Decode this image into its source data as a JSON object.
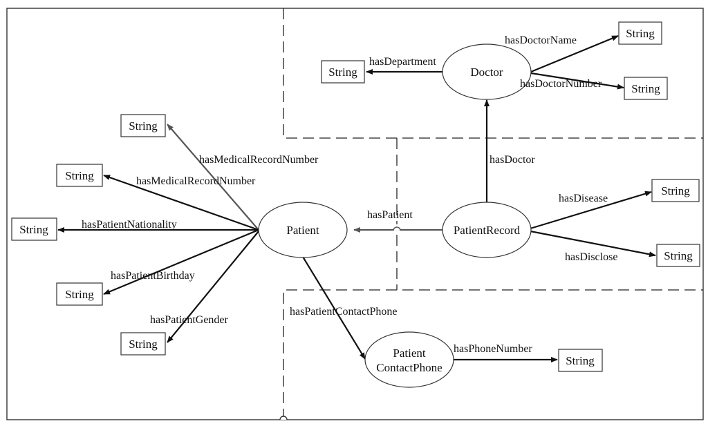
{
  "nodes": {
    "doctor": "Doctor",
    "patient": "Patient",
    "patient_record": "PatientRecord",
    "contact_phone": [
      "Patient",
      "ContactPhone"
    ]
  },
  "literal": "String",
  "edges": {
    "has_doctor_name": "hasDoctorName",
    "has_department": "hasDepartment",
    "has_doctor_number": "hasDoctorNumber",
    "has_doctor": "hasDoctor",
    "has_medical_record_number_1": "hasMedicalRecordNumber",
    "has_medical_record_number_2": "hasMedicalRecordNumber",
    "has_patient_nationality": "hasPatientNationality",
    "has_patient_birthday": "hasPatientBirthday",
    "has_patient_gender": "hasPatientGender",
    "has_patient": "hasPatient",
    "has_disease": "hasDisease",
    "has_disclose": "hasDisclose",
    "has_patient_contact_phone": "hasPatientContactPhone",
    "has_phone_number": "hasPhoneNumber"
  },
  "colors": {
    "line": "#111111",
    "gray_line": "#555555",
    "frame": "#222222"
  }
}
